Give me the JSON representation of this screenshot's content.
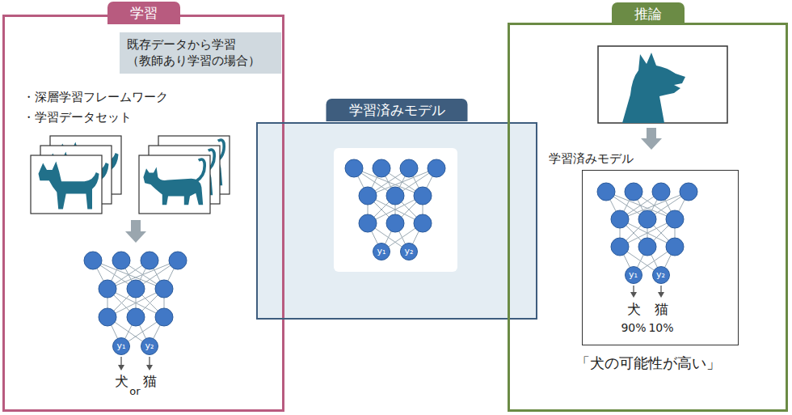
{
  "diagram": {
    "nodes": [
      {
        "text": [
          "学習"
        ]
      },
      {
        "text": [
          "既存データから学習 （教師あり学習の場合）"
        ],
        "in": 0
      },
      {
        "text": [
          "y₁"
        ],
        "in": 0
      },
      {
        "text": [
          "y₂"
        ],
        "in": 0
      },
      {
        "text": [
          "学習済みモデル"
        ]
      },
      {
        "text": [
          "y₁"
        ],
        "in": 4
      },
      {
        "text": [
          "y₂"
        ],
        "in": 4
      },
      {
        "text": [
          "推論"
        ]
      },
      {
        "text": [
          "学習済みモデル"
        ],
        "in": 7
      },
      {
        "text": [
          "y₁"
        ],
        "in": 8
      },
      {
        "text": [
          "y₂"
        ],
        "in": 8
      }
    ],
    "labels": [
      "・深層学習フレームワーク",
      "・学習データセット",
      "犬",
      "or",
      "猫",
      "犬",
      "猫",
      "90%",
      "10%",
      "「犬の可能性が高い」"
    ]
  }
}
